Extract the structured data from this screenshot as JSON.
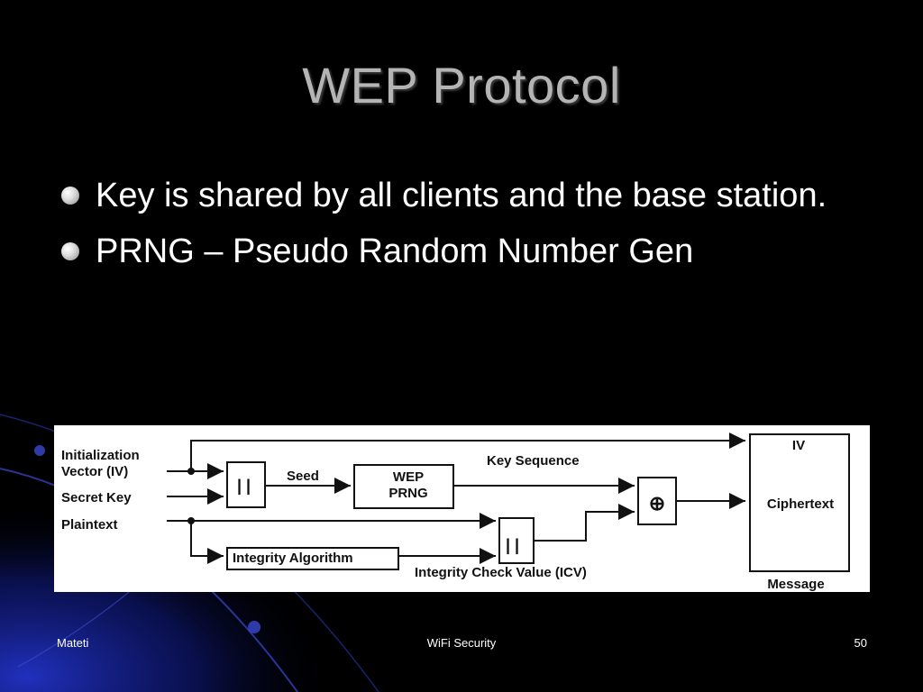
{
  "slide": {
    "title": "WEP Protocol",
    "bullets": [
      "Key is shared by all clients and the base station.",
      "PRNG – Pseudo Random Number Gen"
    ],
    "footer": {
      "left": "Mateti",
      "center": "WiFi Security",
      "right": "50"
    }
  },
  "diagram": {
    "iv_line1": "Initialization",
    "iv_line2": "Vector (IV)",
    "secret_key": "Secret Key",
    "plaintext": "Plaintext",
    "concat_symbol": "| |",
    "seed": "Seed",
    "wep_line1": "WEP",
    "wep_line2": "PRNG",
    "key_sequence": "Key Sequence",
    "xor_symbol": "⊕",
    "integrity_algorithm": "Integrity Algorithm",
    "icv": "Integrity Check Value (ICV)",
    "iv_out": "IV",
    "ciphertext": "Ciphertext",
    "message": "Message"
  },
  "colors": {
    "background": "#000000",
    "title": "#b4b4b4",
    "text": "#ffffff",
    "decor_blue": "#1a2aa8"
  }
}
